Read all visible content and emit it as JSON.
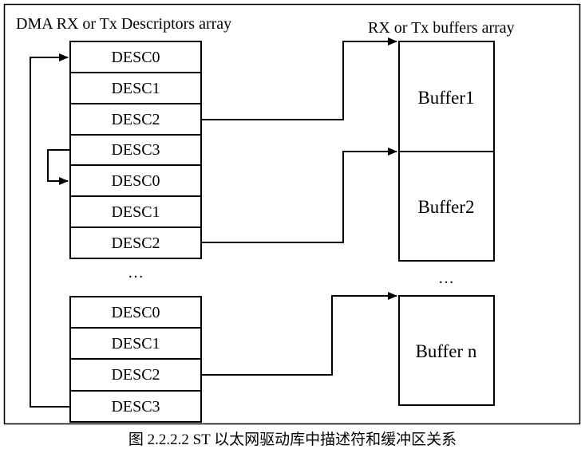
{
  "diagram": {
    "left_title": "DMA RX or Tx  Descriptors array",
    "right_title": "RX or Tx  buffers array",
    "descriptor_groups": [
      [
        "DESC0",
        "DESC1",
        "DESC2",
        "DESC3"
      ],
      [
        "DESC0",
        "DESC1",
        "DESC2"
      ],
      [
        "DESC0",
        "DESC1",
        "DESC2",
        "DESC3"
      ]
    ],
    "descriptor_ellipsis": "…",
    "buffers": [
      "Buffer1",
      "Buffer2",
      "Buffer n"
    ],
    "buffer_ellipsis": "…"
  },
  "caption": "图 2.2.2.2 ST 以太网驱动库中描述符和缓冲区关系"
}
